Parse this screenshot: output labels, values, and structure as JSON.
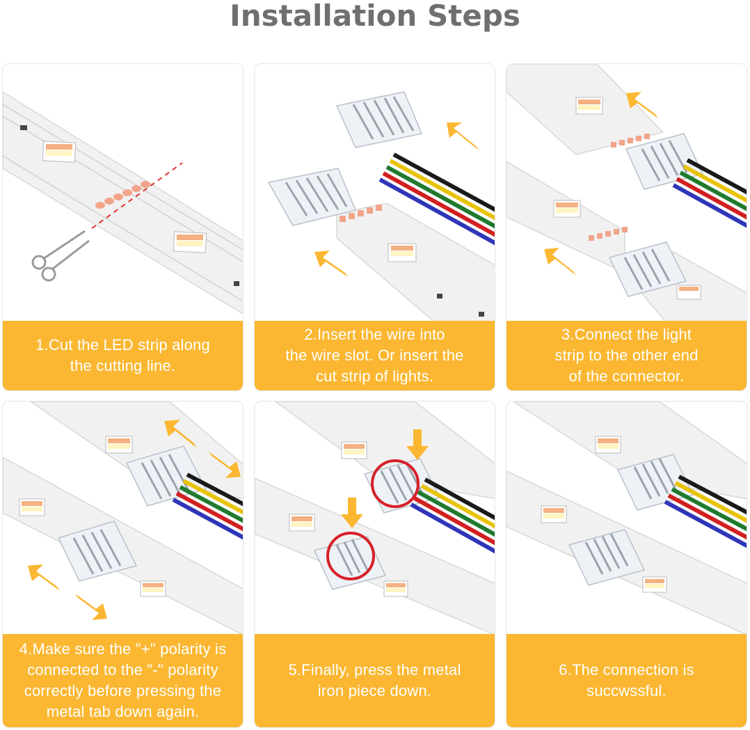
{
  "page": {
    "title": "Installation Steps",
    "accent_color": "#fbb731",
    "title_color": "#6f6f6f"
  },
  "steps": [
    {
      "number": 1,
      "caption": "1.Cut the LED strip along\nthe cutting line.",
      "illustration": "scissors-icon"
    },
    {
      "number": 2,
      "caption": "2.Insert the wire into\nthe wire slot. Or insert the\ncut strip of lights.",
      "illustration": "connector-icon"
    },
    {
      "number": 3,
      "caption": "3.Connect the light\nstrip to the other end\nof the connector.",
      "illustration": "connector-icon"
    },
    {
      "number": 4,
      "caption": "4.Make sure the \"+\" polarity is\nconnected to the \"-\" polarity\ncorrectly before pressing the\nmetal tab down again.",
      "illustration": "connector-icon"
    },
    {
      "number": 5,
      "caption": "5.Finally, press the metal\niron piece down.",
      "illustration": "press-circle-icon"
    },
    {
      "number": 6,
      "caption": "6.The connection is\nsuccwssful.",
      "illustration": "connector-icon"
    }
  ],
  "wire_colors": [
    "#1a1a1a",
    "#e8c30b",
    "#1f7a2e",
    "#d21f1f",
    "#2f36b8"
  ]
}
